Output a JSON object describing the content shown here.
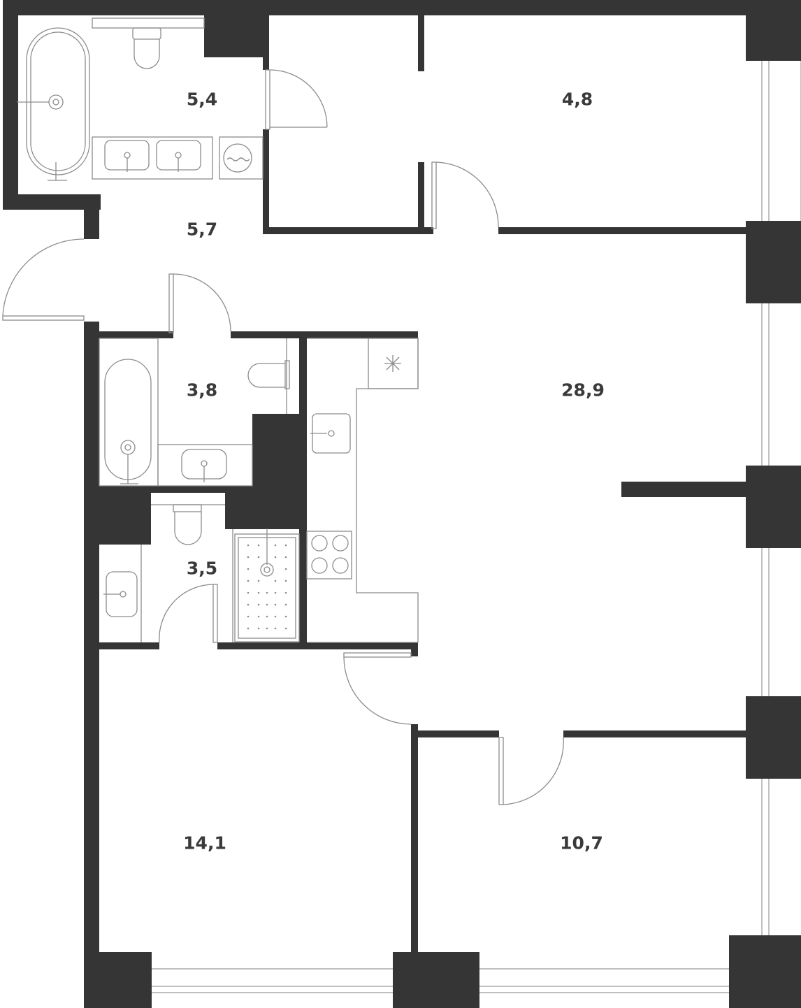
{
  "colors": {
    "wall": "#353535",
    "fixture_stroke": "#8c8c8c",
    "label": "#3a3a3a",
    "background": "#ffffff"
  },
  "rooms": [
    {
      "id": "master-bathroom",
      "area": "5,4"
    },
    {
      "id": "dressing-room",
      "area": "4,8"
    },
    {
      "id": "hallway",
      "area": "5,7"
    },
    {
      "id": "bathroom",
      "area": "3,8"
    },
    {
      "id": "living-kitchen",
      "area": "28,9"
    },
    {
      "id": "shower-room",
      "area": "3,5"
    },
    {
      "id": "bedroom-left",
      "area": "14,1"
    },
    {
      "id": "bedroom-right",
      "area": "10,7"
    }
  ]
}
